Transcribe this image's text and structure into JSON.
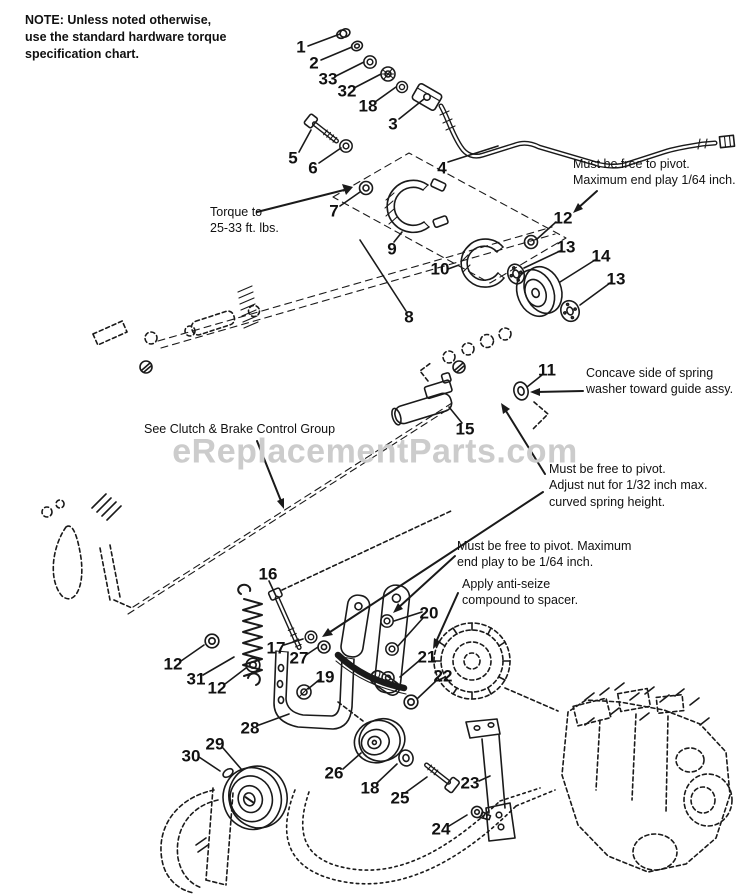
{
  "colors": {
    "line": "#1a1a1a",
    "watermark": "#cccccc",
    "background": "#ffffff"
  },
  "note": "NOTE: Unless noted otherwise,\nuse the standard hardware torque\nspecification chart.",
  "watermark": "eReplacementParts.com",
  "annotations": [
    {
      "id": "torque-note",
      "text": "Torque to\n25-33 ft. lbs."
    },
    {
      "id": "pivot-top-note",
      "text": "Must be free to pivot.\nMaximum end play 1/64 inch."
    },
    {
      "id": "concave-note",
      "text": "Concave side of spring\nwasher toward guide assy."
    },
    {
      "id": "see-clutch-note",
      "text": "See Clutch & Brake Control Group"
    },
    {
      "id": "pivot-mid-note",
      "text": "Must be free to pivot.\nAdjust nut for 1/32 inch max.\ncurved spring height."
    },
    {
      "id": "pivot-lower-note",
      "text": "Must be free to pivot. Maximum\nend play to be 1/64 inch."
    },
    {
      "id": "anti-seize-note",
      "text": "Apply anti-seize\ncompound to spacer."
    }
  ],
  "part_labels": [
    "1",
    "2",
    "33",
    "32",
    "18",
    "3",
    "5",
    "6",
    "4",
    "7",
    "9",
    "12",
    "13",
    "14",
    "13",
    "10",
    "8",
    "11",
    "15",
    "16",
    "17",
    "27",
    "12",
    "31",
    "12",
    "19",
    "20",
    "21",
    "22",
    "28",
    "29",
    "30",
    "26",
    "18",
    "25",
    "23",
    "24"
  ]
}
